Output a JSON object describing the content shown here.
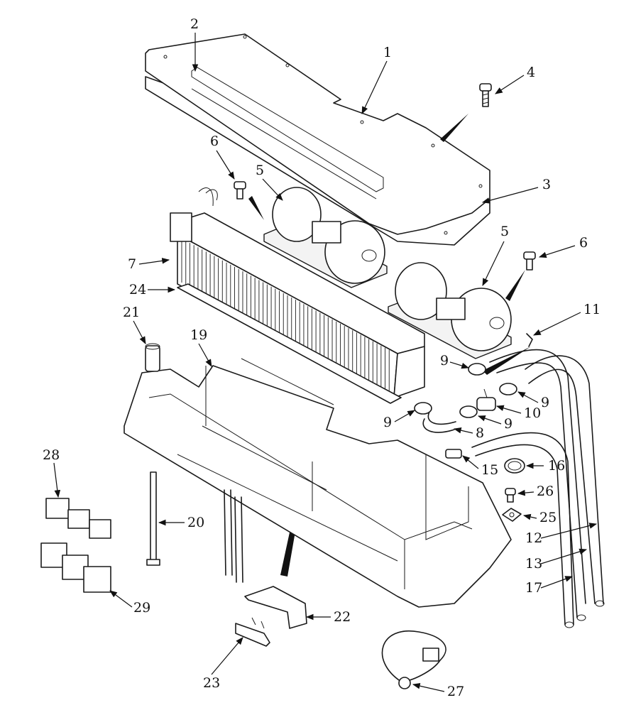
{
  "diagram": {
    "callouts": [
      {
        "id": "c1",
        "text": "1"
      },
      {
        "id": "c2",
        "text": "2"
      },
      {
        "id": "c3",
        "text": "3"
      },
      {
        "id": "c4",
        "text": "4"
      },
      {
        "id": "c5a",
        "text": "5"
      },
      {
        "id": "c5b",
        "text": "5"
      },
      {
        "id": "c6a",
        "text": "6"
      },
      {
        "id": "c6b",
        "text": "6"
      },
      {
        "id": "c7",
        "text": "7"
      },
      {
        "id": "c8",
        "text": "8"
      },
      {
        "id": "c9a",
        "text": "9"
      },
      {
        "id": "c9b",
        "text": "9"
      },
      {
        "id": "c9c",
        "text": "9"
      },
      {
        "id": "c9d",
        "text": "9"
      },
      {
        "id": "c10",
        "text": "10"
      },
      {
        "id": "c11",
        "text": "11"
      },
      {
        "id": "c12",
        "text": "12"
      },
      {
        "id": "c13",
        "text": "13"
      },
      {
        "id": "c15",
        "text": "15"
      },
      {
        "id": "c16",
        "text": "16"
      },
      {
        "id": "c17",
        "text": "17"
      },
      {
        "id": "c19",
        "text": "19"
      },
      {
        "id": "c20",
        "text": "20"
      },
      {
        "id": "c21",
        "text": "21"
      },
      {
        "id": "c22",
        "text": "22"
      },
      {
        "id": "c23",
        "text": "23"
      },
      {
        "id": "c24",
        "text": "24"
      },
      {
        "id": "c25",
        "text": "25"
      },
      {
        "id": "c26",
        "text": "26"
      },
      {
        "id": "c27",
        "text": "27"
      },
      {
        "id": "c28",
        "text": "28"
      },
      {
        "id": "c29",
        "text": "29"
      }
    ]
  }
}
